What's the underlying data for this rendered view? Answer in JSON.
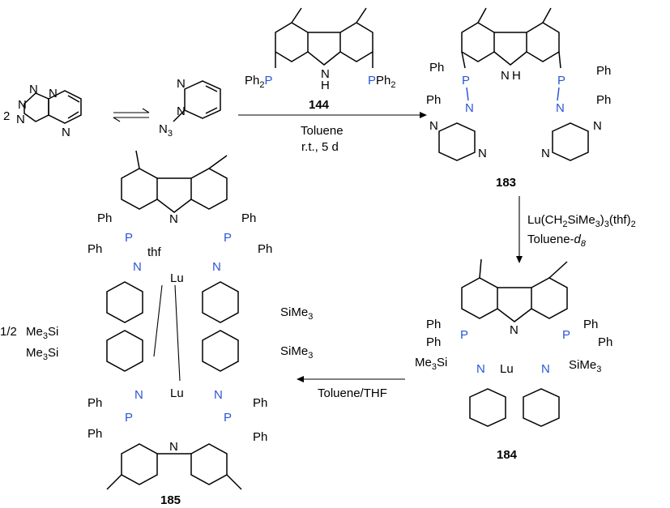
{
  "tetrazolo": {
    "coef": "2",
    "N": "N"
  },
  "azide": {
    "N": "N",
    "N3": "N3"
  },
  "reagent": {
    "Ph2P_left": "Ph2P",
    "PPh2_right": "PPh2",
    "NH": "N",
    "H": "H",
    "id": "144",
    "cond_solvent": "Toluene",
    "cond_time": "r.t., 5 d"
  },
  "c183": {
    "id": "183",
    "Ph": "Ph",
    "P": "P",
    "N": "N",
    "H": "H"
  },
  "step2": {
    "reagent": "Lu(CH2SiMe3)3(thf)2",
    "solvent": "Toluene-d8"
  },
  "c184": {
    "id": "184",
    "Lu": "Lu",
    "Me3Si": "Me3Si",
    "SiMe3": "SiMe3"
  },
  "step3": {
    "solvent": "Toluene/THF"
  },
  "c185": {
    "id": "185",
    "half": "1/2",
    "thf": "thf",
    "Lu": "Lu"
  }
}
